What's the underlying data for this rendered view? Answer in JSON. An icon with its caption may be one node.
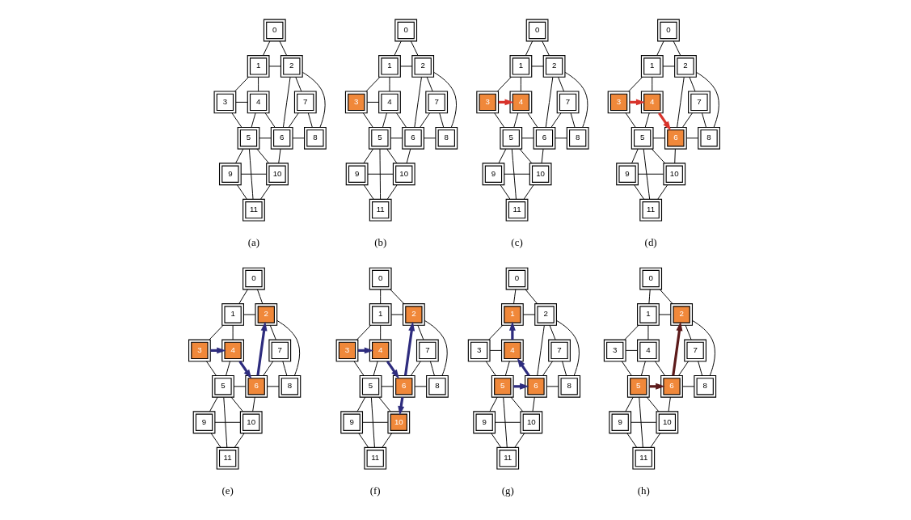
{
  "diagram": {
    "nodes": [
      {
        "text": [
          "0"
        ]
      },
      {
        "text": [
          "1"
        ]
      },
      {
        "text": [
          "2"
        ]
      },
      {
        "text": [
          "3"
        ]
      },
      {
        "text": [
          "4"
        ]
      },
      {
        "text": [
          "5"
        ]
      },
      {
        "text": [
          "6"
        ]
      },
      {
        "text": [
          "7"
        ]
      },
      {
        "text": [
          "8"
        ]
      },
      {
        "text": [
          "9"
        ]
      },
      {
        "text": [
          "10"
        ]
      },
      {
        "text": [
          "11"
        ]
      },
      {
        "text": [
          "0"
        ]
      },
      {
        "text": [
          "1"
        ]
      },
      {
        "text": [
          "2"
        ]
      },
      {
        "text": [
          "3"
        ]
      },
      {
        "text": [
          "4"
        ]
      },
      {
        "text": [
          "5"
        ]
      },
      {
        "text": [
          "6"
        ]
      },
      {
        "text": [
          "7"
        ]
      },
      {
        "text": [
          "8"
        ]
      },
      {
        "text": [
          "9"
        ]
      },
      {
        "text": [
          "10"
        ]
      },
      {
        "text": [
          "11"
        ]
      },
      {
        "text": [
          "0"
        ]
      },
      {
        "text": [
          "1"
        ]
      },
      {
        "text": [
          "2"
        ]
      },
      {
        "text": [
          "3"
        ]
      },
      {
        "text": [
          "4"
        ]
      },
      {
        "text": [
          "5"
        ]
      },
      {
        "text": [
          "6"
        ]
      },
      {
        "text": [
          "7"
        ]
      },
      {
        "text": [
          "8"
        ]
      },
      {
        "text": [
          "9"
        ]
      },
      {
        "text": [
          "10"
        ]
      },
      {
        "text": [
          "11"
        ]
      },
      {
        "text": [
          "0"
        ]
      },
      {
        "text": [
          "1"
        ]
      },
      {
        "text": [
          "2"
        ]
      },
      {
        "text": [
          "3"
        ]
      },
      {
        "text": [
          "4"
        ]
      },
      {
        "text": [
          "5"
        ]
      },
      {
        "text": [
          "6"
        ]
      },
      {
        "text": [
          "7"
        ]
      },
      {
        "text": [
          "8"
        ]
      },
      {
        "text": [
          "9"
        ]
      },
      {
        "text": [
          "10"
        ]
      },
      {
        "text": [
          "11"
        ]
      },
      {
        "text": [
          "0"
        ]
      },
      {
        "text": [
          "1"
        ]
      },
      {
        "text": [
          "2"
        ]
      },
      {
        "text": [
          "3"
        ]
      },
      {
        "text": [
          "4"
        ]
      },
      {
        "text": [
          "5"
        ]
      },
      {
        "text": [
          "6"
        ]
      },
      {
        "text": [
          "7"
        ]
      },
      {
        "text": [
          "8"
        ]
      },
      {
        "text": [
          "9"
        ]
      },
      {
        "text": [
          "10"
        ]
      },
      {
        "text": [
          "11"
        ]
      },
      {
        "text": [
          "0"
        ]
      },
      {
        "text": [
          "1"
        ]
      },
      {
        "text": [
          "2"
        ]
      },
      {
        "text": [
          "3"
        ]
      },
      {
        "text": [
          "4"
        ]
      },
      {
        "text": [
          "5"
        ]
      },
      {
        "text": [
          "6"
        ]
      },
      {
        "text": [
          "7"
        ]
      },
      {
        "text": [
          "8"
        ]
      },
      {
        "text": [
          "9"
        ]
      },
      {
        "text": [
          "10"
        ]
      },
      {
        "text": [
          "11"
        ]
      },
      {
        "text": [
          "0"
        ]
      },
      {
        "text": [
          "1"
        ]
      },
      {
        "text": [
          "2"
        ]
      },
      {
        "text": [
          "3"
        ]
      },
      {
        "text": [
          "4"
        ]
      },
      {
        "text": [
          "5"
        ]
      },
      {
        "text": [
          "6"
        ]
      },
      {
        "text": [
          "7"
        ]
      },
      {
        "text": [
          "8"
        ]
      },
      {
        "text": [
          "9"
        ]
      },
      {
        "text": [
          "10"
        ]
      },
      {
        "text": [
          "11"
        ]
      },
      {
        "text": [
          "0"
        ]
      },
      {
        "text": [
          "1"
        ]
      },
      {
        "text": [
          "2"
        ]
      },
      {
        "text": [
          "3"
        ]
      },
      {
        "text": [
          "4"
        ]
      },
      {
        "text": [
          "5"
        ]
      },
      {
        "text": [
          "6"
        ]
      },
      {
        "text": [
          "7"
        ]
      },
      {
        "text": [
          "8"
        ]
      },
      {
        "text": [
          "9"
        ]
      },
      {
        "text": [
          "10"
        ]
      },
      {
        "text": [
          "11"
        ]
      }
    ],
    "edges": [
      {
        "from": 0,
        "to": 1,
        "arrow": "none"
      },
      {
        "from": 0,
        "to": 2,
        "arrow": "none"
      },
      {
        "from": 1,
        "to": 2,
        "arrow": "none"
      },
      {
        "from": 1,
        "to": 3,
        "arrow": "none"
      },
      {
        "from": 1,
        "to": 4,
        "arrow": "none"
      },
      {
        "from": 3,
        "to": 4,
        "arrow": "none"
      },
      {
        "from": 2,
        "to": 7,
        "arrow": "none"
      },
      {
        "from": 2,
        "to": 8,
        "arrow": "none"
      },
      {
        "from": 2,
        "to": 6,
        "arrow": "none"
      },
      {
        "from": 4,
        "to": 6,
        "arrow": "none"
      },
      {
        "from": 4,
        "to": 5,
        "arrow": "none"
      },
      {
        "from": 3,
        "to": 5,
        "arrow": "none"
      },
      {
        "from": 5,
        "to": 6,
        "arrow": "none"
      },
      {
        "from": 5,
        "to": 9,
        "arrow": "none"
      },
      {
        "from": 5,
        "to": 11,
        "arrow": "none"
      },
      {
        "from": 5,
        "to": 10,
        "arrow": "none"
      },
      {
        "from": 9,
        "to": 10,
        "arrow": "none"
      },
      {
        "from": 9,
        "to": 11,
        "arrow": "none"
      },
      {
        "from": 10,
        "to": 11,
        "arrow": "none"
      },
      {
        "from": 10,
        "to": 6,
        "arrow": "none"
      },
      {
        "from": 6,
        "to": 7,
        "arrow": "none"
      },
      {
        "from": 7,
        "to": 8,
        "arrow": "none"
      },
      {
        "from": 6,
        "to": 8,
        "arrow": "none"
      },
      {
        "from": 12,
        "to": 13,
        "arrow": "none"
      },
      {
        "from": 12,
        "to": 14,
        "arrow": "none"
      },
      {
        "from": 13,
        "to": 14,
        "arrow": "none"
      },
      {
        "from": 13,
        "to": 15,
        "arrow": "none"
      },
      {
        "from": 13,
        "to": 16,
        "arrow": "none"
      },
      {
        "from": 15,
        "to": 16,
        "arrow": "none"
      },
      {
        "from": 14,
        "to": 19,
        "arrow": "none"
      },
      {
        "from": 14,
        "to": 20,
        "arrow": "none"
      },
      {
        "from": 14,
        "to": 18,
        "arrow": "none"
      },
      {
        "from": 16,
        "to": 18,
        "arrow": "none"
      },
      {
        "from": 16,
        "to": 17,
        "arrow": "none"
      },
      {
        "from": 15,
        "to": 17,
        "arrow": "none"
      },
      {
        "from": 17,
        "to": 18,
        "arrow": "none"
      },
      {
        "from": 17,
        "to": 21,
        "arrow": "none"
      },
      {
        "from": 17,
        "to": 23,
        "arrow": "none"
      },
      {
        "from": 17,
        "to": 22,
        "arrow": "none"
      },
      {
        "from": 21,
        "to": 22,
        "arrow": "none"
      },
      {
        "from": 21,
        "to": 23,
        "arrow": "none"
      },
      {
        "from": 22,
        "to": 23,
        "arrow": "none"
      },
      {
        "from": 22,
        "to": 18,
        "arrow": "none"
      },
      {
        "from": 18,
        "to": 19,
        "arrow": "none"
      },
      {
        "from": 19,
        "to": 20,
        "arrow": "none"
      },
      {
        "from": 18,
        "to": 20,
        "arrow": "none"
      },
      {
        "from": 24,
        "to": 25,
        "arrow": "none"
      },
      {
        "from": 24,
        "to": 26,
        "arrow": "none"
      },
      {
        "from": 25,
        "to": 26,
        "arrow": "none"
      },
      {
        "from": 25,
        "to": 27,
        "arrow": "none"
      },
      {
        "from": 25,
        "to": 28,
        "arrow": "none"
      },
      {
        "from": 27,
        "to": 28,
        "arrow": "to",
        "style": "thick",
        "color": "#d8342c"
      },
      {
        "from": 26,
        "to": 31,
        "arrow": "none"
      },
      {
        "from": 26,
        "to": 32,
        "arrow": "none"
      },
      {
        "from": 26,
        "to": 30,
        "arrow": "none"
      },
      {
        "from": 28,
        "to": 30,
        "arrow": "none"
      },
      {
        "from": 28,
        "to": 29,
        "arrow": "none"
      },
      {
        "from": 27,
        "to": 29,
        "arrow": "none"
      },
      {
        "from": 29,
        "to": 30,
        "arrow": "none"
      },
      {
        "from": 29,
        "to": 33,
        "arrow": "none"
      },
      {
        "from": 29,
        "to": 35,
        "arrow": "none"
      },
      {
        "from": 29,
        "to": 34,
        "arrow": "none"
      },
      {
        "from": 33,
        "to": 34,
        "arrow": "none"
      },
      {
        "from": 33,
        "to": 35,
        "arrow": "none"
      },
      {
        "from": 34,
        "to": 35,
        "arrow": "none"
      },
      {
        "from": 34,
        "to": 30,
        "arrow": "none"
      },
      {
        "from": 30,
        "to": 31,
        "arrow": "none"
      },
      {
        "from": 31,
        "to": 32,
        "arrow": "none"
      },
      {
        "from": 30,
        "to": 32,
        "arrow": "none"
      },
      {
        "from": 36,
        "to": 37,
        "arrow": "none"
      },
      {
        "from": 36,
        "to": 38,
        "arrow": "none"
      },
      {
        "from": 37,
        "to": 38,
        "arrow": "none"
      },
      {
        "from": 37,
        "to": 39,
        "arrow": "none"
      },
      {
        "from": 37,
        "to": 40,
        "arrow": "none"
      },
      {
        "from": 39,
        "to": 40,
        "arrow": "to",
        "style": "thick",
        "color": "#d8342c"
      },
      {
        "from": 38,
        "to": 43,
        "arrow": "none"
      },
      {
        "from": 38,
        "to": 44,
        "arrow": "none"
      },
      {
        "from": 38,
        "to": 42,
        "arrow": "none"
      },
      {
        "from": 40,
        "to": 42,
        "arrow": "to",
        "style": "thick",
        "color": "#d8342c"
      },
      {
        "from": 40,
        "to": 41,
        "arrow": "none"
      },
      {
        "from": 39,
        "to": 41,
        "arrow": "none"
      },
      {
        "from": 41,
        "to": 42,
        "arrow": "none"
      },
      {
        "from": 41,
        "to": 45,
        "arrow": "none"
      },
      {
        "from": 41,
        "to": 47,
        "arrow": "none"
      },
      {
        "from": 41,
        "to": 46,
        "arrow": "none"
      },
      {
        "from": 45,
        "to": 46,
        "arrow": "none"
      },
      {
        "from": 45,
        "to": 47,
        "arrow": "none"
      },
      {
        "from": 46,
        "to": 47,
        "arrow": "none"
      },
      {
        "from": 46,
        "to": 42,
        "arrow": "none"
      },
      {
        "from": 42,
        "to": 43,
        "arrow": "none"
      },
      {
        "from": 43,
        "to": 44,
        "arrow": "none"
      },
      {
        "from": 42,
        "to": 44,
        "arrow": "none"
      },
      {
        "from": 48,
        "to": 49,
        "arrow": "none"
      },
      {
        "from": 48,
        "to": 50,
        "arrow": "none"
      },
      {
        "from": 49,
        "to": 50,
        "arrow": "none"
      },
      {
        "from": 49,
        "to": 51,
        "arrow": "none"
      },
      {
        "from": 49,
        "to": 52,
        "arrow": "none"
      },
      {
        "from": 51,
        "to": 52,
        "arrow": "to",
        "style": "thick",
        "color": "#2e2c7e"
      },
      {
        "from": 50,
        "to": 55,
        "arrow": "none"
      },
      {
        "from": 50,
        "to": 56,
        "arrow": "none"
      },
      {
        "from": 54,
        "to": 50,
        "arrow": "to",
        "style": "thick",
        "color": "#2e2c7e"
      },
      {
        "from": 52,
        "to": 54,
        "arrow": "to",
        "style": "thick",
        "color": "#2e2c7e"
      },
      {
        "from": 52,
        "to": 53,
        "arrow": "none"
      },
      {
        "from": 51,
        "to": 53,
        "arrow": "none"
      },
      {
        "from": 53,
        "to": 54,
        "arrow": "none"
      },
      {
        "from": 53,
        "to": 57,
        "arrow": "none"
      },
      {
        "from": 53,
        "to": 59,
        "arrow": "none"
      },
      {
        "from": 53,
        "to": 58,
        "arrow": "none"
      },
      {
        "from": 57,
        "to": 58,
        "arrow": "none"
      },
      {
        "from": 57,
        "to": 59,
        "arrow": "none"
      },
      {
        "from": 58,
        "to": 59,
        "arrow": "none"
      },
      {
        "from": 58,
        "to": 54,
        "arrow": "none"
      },
      {
        "from": 54,
        "to": 55,
        "arrow": "none"
      },
      {
        "from": 55,
        "to": 56,
        "arrow": "none"
      },
      {
        "from": 54,
        "to": 56,
        "arrow": "none"
      },
      {
        "from": 60,
        "to": 61,
        "arrow": "none"
      },
      {
        "from": 60,
        "to": 62,
        "arrow": "none"
      },
      {
        "from": 61,
        "to": 62,
        "arrow": "none"
      },
      {
        "from": 61,
        "to": 63,
        "arrow": "none"
      },
      {
        "from": 61,
        "to": 64,
        "arrow": "none"
      },
      {
        "from": 63,
        "to": 64,
        "arrow": "to",
        "style": "thick",
        "color": "#2e2c7e"
      },
      {
        "from": 62,
        "to": 67,
        "arrow": "none"
      },
      {
        "from": 62,
        "to": 68,
        "arrow": "none"
      },
      {
        "from": 66,
        "to": 62,
        "arrow": "to",
        "style": "thick",
        "color": "#2e2c7e"
      },
      {
        "from": 64,
        "to": 66,
        "arrow": "to",
        "style": "thick",
        "color": "#2e2c7e"
      },
      {
        "from": 64,
        "to": 65,
        "arrow": "none"
      },
      {
        "from": 63,
        "to": 65,
        "arrow": "none"
      },
      {
        "from": 65,
        "to": 66,
        "arrow": "none"
      },
      {
        "from": 65,
        "to": 69,
        "arrow": "none"
      },
      {
        "from": 65,
        "to": 71,
        "arrow": "none"
      },
      {
        "from": 65,
        "to": 70,
        "arrow": "none"
      },
      {
        "from": 69,
        "to": 70,
        "arrow": "none"
      },
      {
        "from": 69,
        "to": 71,
        "arrow": "none"
      },
      {
        "from": 70,
        "to": 71,
        "arrow": "none"
      },
      {
        "from": 66,
        "to": 70,
        "arrow": "to",
        "style": "thick",
        "color": "#2e2c7e"
      },
      {
        "from": 66,
        "to": 67,
        "arrow": "none"
      },
      {
        "from": 67,
        "to": 68,
        "arrow": "none"
      },
      {
        "from": 66,
        "to": 68,
        "arrow": "none"
      },
      {
        "from": 72,
        "to": 73,
        "arrow": "none"
      },
      {
        "from": 72,
        "to": 74,
        "arrow": "none"
      },
      {
        "from": 73,
        "to": 74,
        "arrow": "none"
      },
      {
        "from": 73,
        "to": 75,
        "arrow": "none"
      },
      {
        "from": 76,
        "to": 73,
        "arrow": "to",
        "style": "thick",
        "color": "#2e2c7e"
      },
      {
        "from": 75,
        "to": 76,
        "arrow": "none"
      },
      {
        "from": 74,
        "to": 79,
        "arrow": "none"
      },
      {
        "from": 74,
        "to": 80,
        "arrow": "none"
      },
      {
        "from": 74,
        "to": 78,
        "arrow": "none"
      },
      {
        "from": 78,
        "to": 76,
        "arrow": "to",
        "style": "thick",
        "color": "#2e2c7e"
      },
      {
        "from": 76,
        "to": 77,
        "arrow": "none"
      },
      {
        "from": 75,
        "to": 77,
        "arrow": "none"
      },
      {
        "from": 77,
        "to": 78,
        "arrow": "to",
        "style": "thick",
        "color": "#2e2c7e"
      },
      {
        "from": 77,
        "to": 81,
        "arrow": "none"
      },
      {
        "from": 77,
        "to": 83,
        "arrow": "none"
      },
      {
        "from": 77,
        "to": 82,
        "arrow": "none"
      },
      {
        "from": 81,
        "to": 82,
        "arrow": "none"
      },
      {
        "from": 81,
        "to": 83,
        "arrow": "none"
      },
      {
        "from": 82,
        "to": 83,
        "arrow": "none"
      },
      {
        "from": 82,
        "to": 78,
        "arrow": "none"
      },
      {
        "from": 78,
        "to": 79,
        "arrow": "none"
      },
      {
        "from": 79,
        "to": 80,
        "arrow": "none"
      },
      {
        "from": 78,
        "to": 80,
        "arrow": "none"
      },
      {
        "from": 84,
        "to": 85,
        "arrow": "none"
      },
      {
        "from": 84,
        "to": 86,
        "arrow": "none"
      },
      {
        "from": 85,
        "to": 86,
        "arrow": "none"
      },
      {
        "from": 85,
        "to": 87,
        "arrow": "none"
      },
      {
        "from": 85,
        "to": 88,
        "arrow": "none"
      },
      {
        "from": 87,
        "to": 88,
        "arrow": "none"
      },
      {
        "from": 86,
        "to": 91,
        "arrow": "none"
      },
      {
        "from": 86,
        "to": 92,
        "arrow": "none"
      },
      {
        "from": 90,
        "to": 86,
        "arrow": "to",
        "style": "thick",
        "color": "#5c1a1a"
      },
      {
        "from": 88,
        "to": 90,
        "arrow": "none"
      },
      {
        "from": 88,
        "to": 89,
        "arrow": "none"
      },
      {
        "from": 87,
        "to": 89,
        "arrow": "none"
      },
      {
        "from": 89,
        "to": 90,
        "arrow": "to",
        "style": "thick",
        "color": "#5c1a1a"
      },
      {
        "from": 89,
        "to": 93,
        "arrow": "none"
      },
      {
        "from": 89,
        "to": 95,
        "arrow": "none"
      },
      {
        "from": 89,
        "to": 94,
        "arrow": "none"
      },
      {
        "from": 93,
        "to": 94,
        "arrow": "none"
      },
      {
        "from": 93,
        "to": 95,
        "arrow": "none"
      },
      {
        "from": 94,
        "to": 95,
        "arrow": "none"
      },
      {
        "from": 94,
        "to": 90,
        "arrow": "none"
      },
      {
        "from": 90,
        "to": 91,
        "arrow": "none"
      },
      {
        "from": 91,
        "to": 92,
        "arrow": "none"
      },
      {
        "from": 90,
        "to": 92,
        "arrow": "none"
      }
    ],
    "labels": [
      "(a)",
      "(b)",
      "(c)",
      "(d)",
      "(e)",
      "(f)",
      "(g)",
      "(h)"
    ]
  }
}
